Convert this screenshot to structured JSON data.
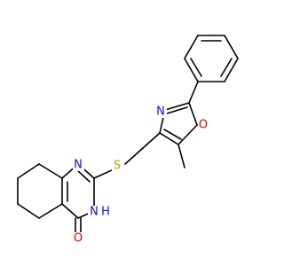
{
  "colors": {
    "bond": "#000000",
    "nitrogen": "#1010e0",
    "oxygen": "#e00000",
    "sulfur": "#b8a000",
    "background": "#ffffff"
  },
  "atoms": {
    "n_oxazole": "N",
    "o_oxazole": "O",
    "s_thioether": "S",
    "n_pyrimidine": "N",
    "nh_pyrimidine": "N",
    "h_pyrimidine": "H",
    "o_carbonyl": "O"
  }
}
